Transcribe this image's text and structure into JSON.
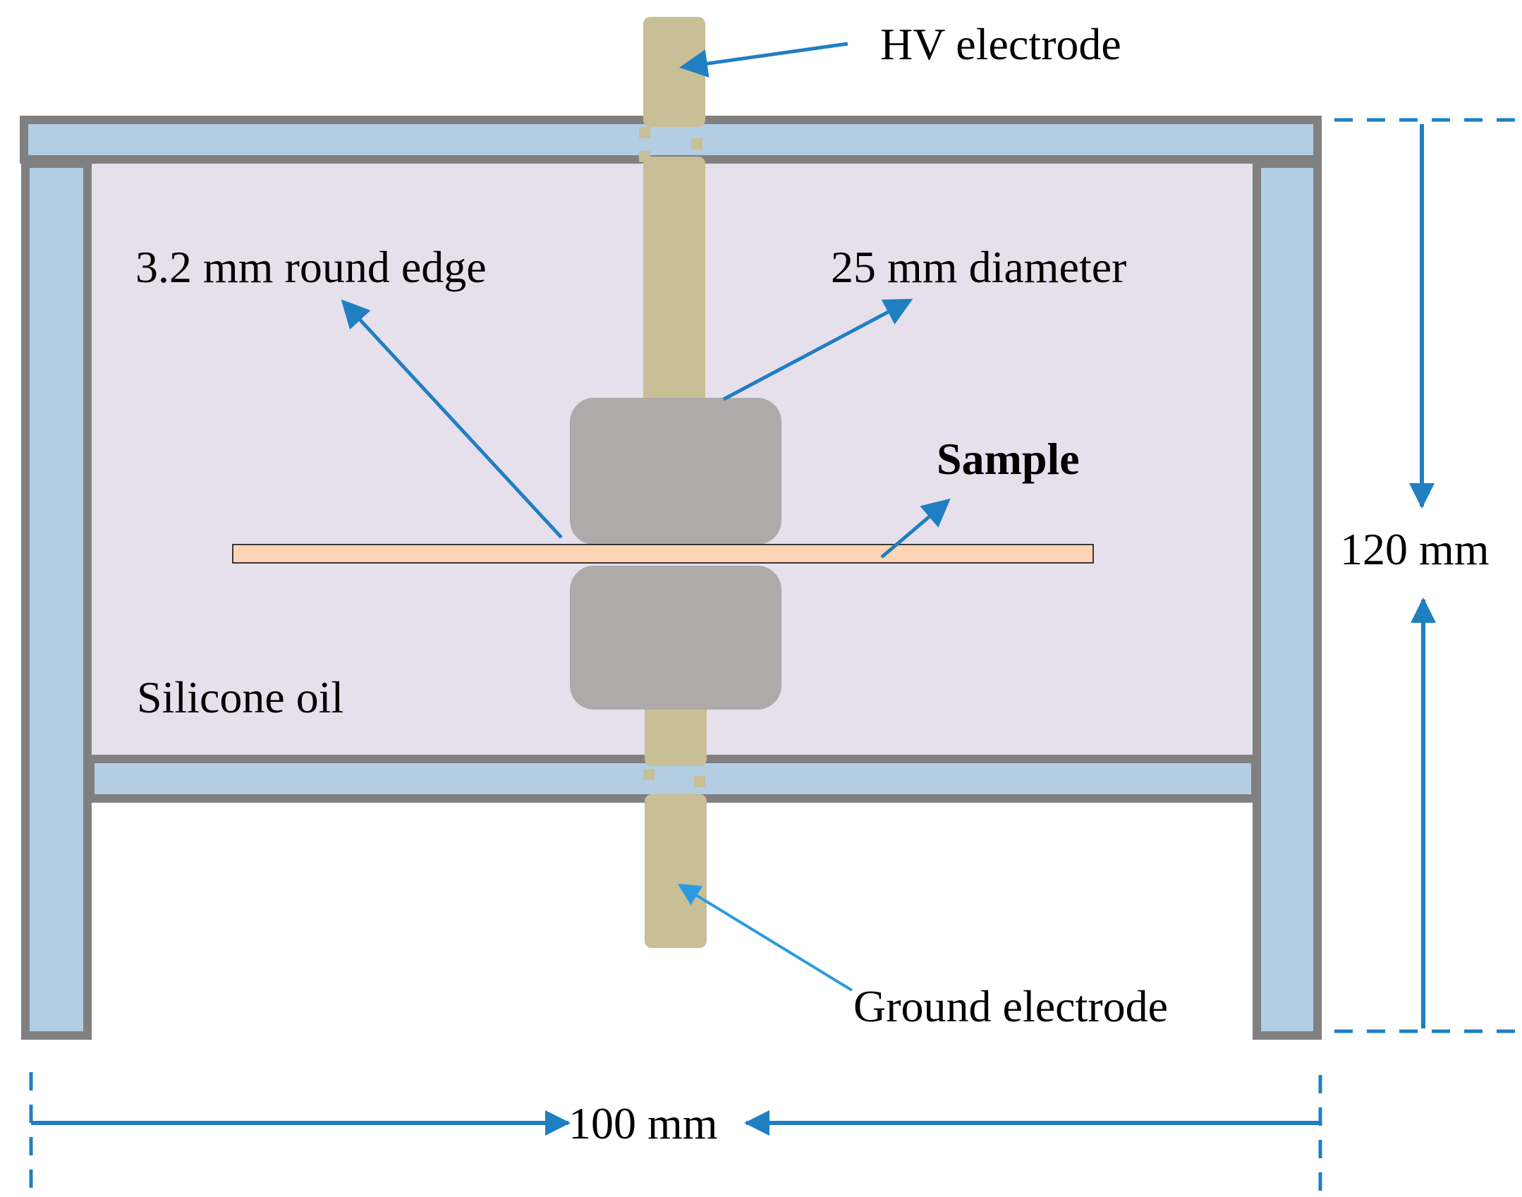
{
  "labels": {
    "hv_electrode": "HV electrode",
    "round_edge": "3.2 mm round edge",
    "diameter": "25 mm diameter",
    "sample": "Sample",
    "silicone_oil": "Silicone oil",
    "ground_electrode": "Ground electrode",
    "height_dim": "120 mm",
    "width_dim": "100 mm"
  },
  "colors": {
    "frame_fill": "#b3cde3",
    "frame_stroke": "#808080",
    "oil": "#e6e0ec",
    "electrode_rod": "#c8bf96",
    "electrode_head": "#aeaaaa",
    "sample": "#fdd5b4",
    "arrow": "#1f7fc1",
    "arrow_light": "#2a9be0"
  }
}
